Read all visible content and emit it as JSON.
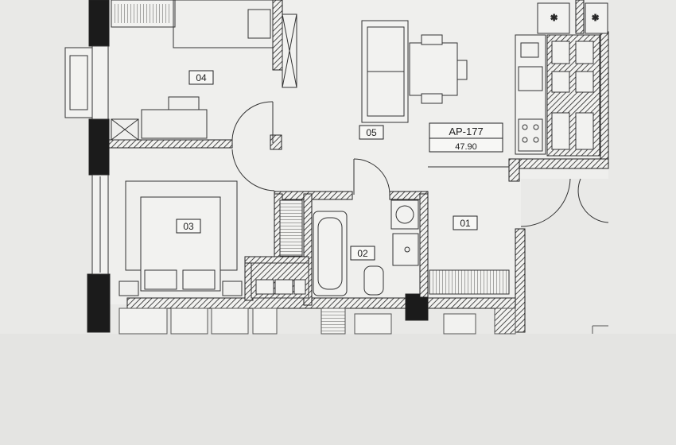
{
  "rooms": {
    "r04": "04",
    "r05": "05",
    "r03": "03",
    "r02": "02",
    "r01": "01"
  },
  "apartment": {
    "code": "AP-177",
    "area": "47.90"
  }
}
